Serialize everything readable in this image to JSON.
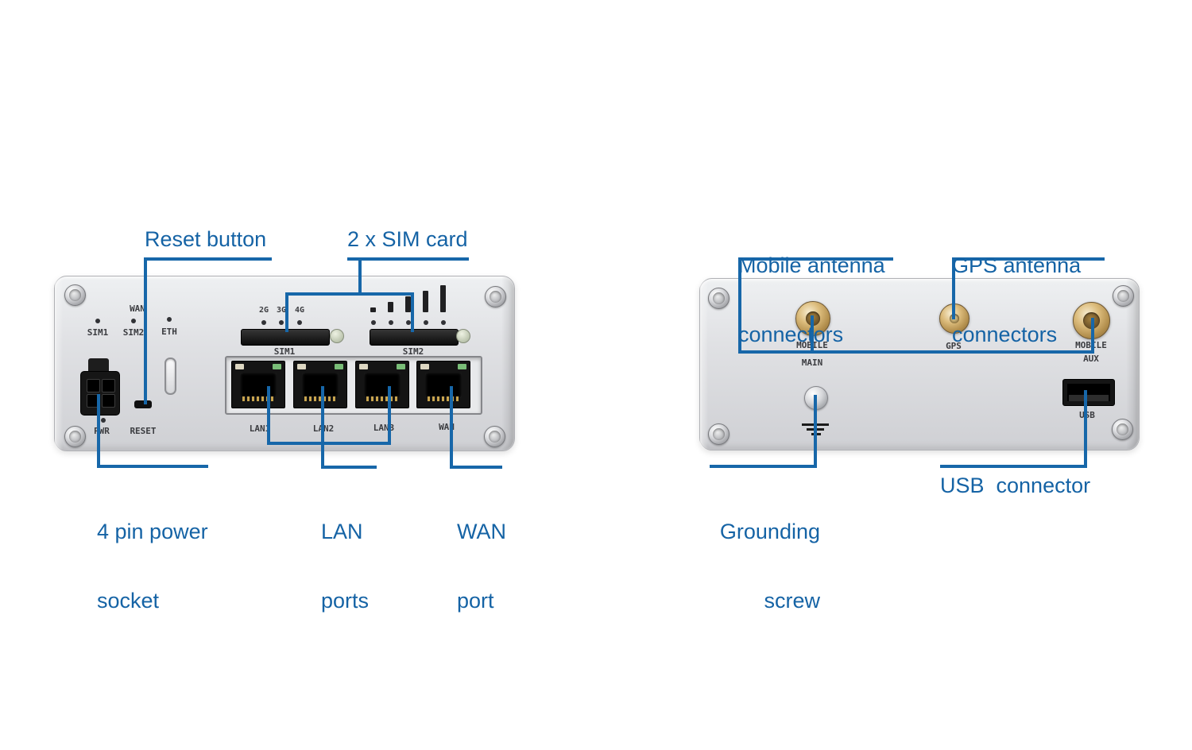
{
  "colors": {
    "callout_blue": "#1563a5",
    "panel_silver": "#dfe0e3",
    "panel_label_dark": "#3b3c40",
    "led_green": "#79bd77",
    "connector_gold": "#c8a45f"
  },
  "front_panel": {
    "status_leds": {
      "wan_label": "WAN",
      "sim1_label": "SIM1",
      "sim2_label": "SIM2",
      "eth_label": "ETH"
    },
    "power": {
      "pwr_label": "PWR",
      "reset_label": "RESET"
    },
    "sim1": {
      "gen_labels": [
        "2G",
        "3G",
        "4G"
      ],
      "slot_label": "SIM1"
    },
    "sim2": {
      "slot_label": "SIM2"
    },
    "eth_ports": {
      "labels": [
        "LAN1",
        "LAN2",
        "LAN3",
        "WAN"
      ]
    }
  },
  "back_panel": {
    "mobile_main": {
      "line1": "MOBILE",
      "line2": "MAIN"
    },
    "gps": {
      "label": "GPS"
    },
    "mobile_aux": {
      "line1": "MOBILE",
      "line2": "AUX"
    },
    "usb": {
      "label": "USB"
    }
  },
  "callouts": {
    "reset": {
      "label": "Reset button"
    },
    "sim": {
      "label": "2 x SIM card"
    },
    "power": {
      "line1": "4 pin power",
      "line2": "socket"
    },
    "lan": {
      "line1": "LAN",
      "line2": "ports"
    },
    "wan": {
      "line1": "WAN",
      "line2": "port"
    },
    "mobile": {
      "line1": "Mobile antenna",
      "line2": "connectors"
    },
    "gps": {
      "line1": "GPS antenna",
      "line2": "connectors"
    },
    "ground": {
      "line1": "Grounding",
      "line2": "screw"
    },
    "usb": {
      "label": "USB  connector"
    }
  }
}
